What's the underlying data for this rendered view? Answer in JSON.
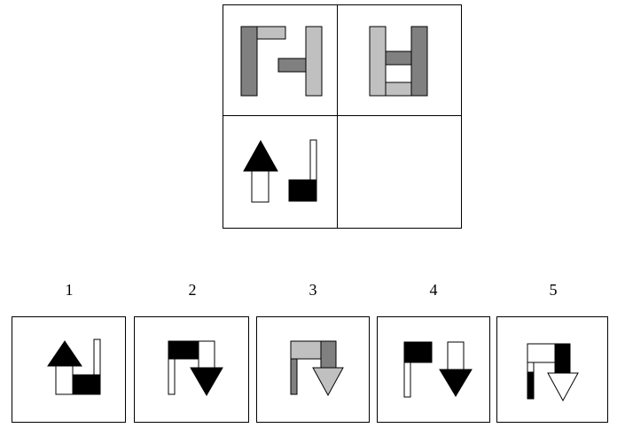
{
  "puzzle": {
    "grid": {
      "cells": [
        {
          "id": "r1c1",
          "content": "figure"
        },
        {
          "id": "r1c2",
          "content": "figure"
        },
        {
          "id": "r2c1",
          "content": "figure"
        },
        {
          "id": "r2c2",
          "content": "blank"
        }
      ]
    },
    "options": [
      {
        "label": "1"
      },
      {
        "label": "2"
      },
      {
        "label": "3"
      },
      {
        "label": "4"
      },
      {
        "label": "5"
      }
    ],
    "colors": {
      "dark_gray": "#808080",
      "light_gray": "#c0c0c0",
      "black": "#000000",
      "white": "#ffffff"
    }
  }
}
